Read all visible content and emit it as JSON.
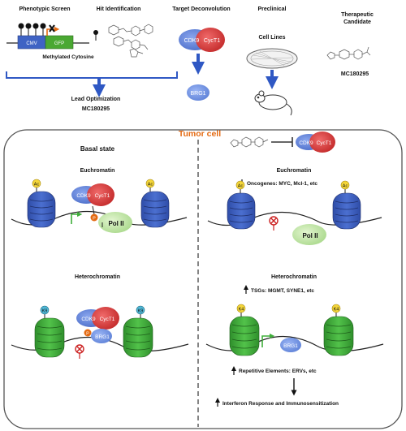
{
  "header": {
    "phenotypic_screen": "Phenotypic Screen",
    "hit_identification": "Hit Identification",
    "target_deconvolution": "Target Deconvolution",
    "preclinical": "Preclinical",
    "cell_lines": "Cell Lines",
    "therapeutic_candidate": "Therapeutic",
    "therapeutic_candidate_2": "Candidate",
    "cmv": "CMV",
    "gfp": "GFP",
    "methylated_cytosine": "Methylated Cytosine",
    "lead_optimization": "Lead Optimization",
    "lead_compound": "MC180295",
    "candidate_compound": "MC180295"
  },
  "proteins": {
    "cdk9": "CDK9",
    "cyct1": "CycT1",
    "brg1": "BRG1",
    "pol2": "Pol II",
    "phospho": "P",
    "acetyl": "Ac",
    "k9": "K9",
    "k4": "K4"
  },
  "tumor": {
    "title": "Tumor cell",
    "left": {
      "basal_state": "Basal state",
      "euchromatin": "Euchromatin",
      "heterochromatin": "Heterochromatin"
    },
    "right": {
      "euchromatin": "Euchromatin",
      "oncogenes": "Oncogenes: MYC, Mcl-1, etc",
      "heterochromatin": "Heterochromatin",
      "tsgs": "TSGs: MGMT, SYNE1, etc",
      "repetitive": "Repetitive Elements: ERVs, etc",
      "interferon": "Interferon Response and Immunosensitization"
    }
  },
  "colors": {
    "blue_nucleosome": "#3c5fbf",
    "green_nucleosome": "#3fae3a",
    "cdk9_blue": "#5b7fd6",
    "cyct1_red": "#d83b3b",
    "pol2_green": "#bfe3a0",
    "orange_accent": "#e46a12",
    "inhibit_red": "#cc2222",
    "arrow_blue": "#2f58c4"
  }
}
